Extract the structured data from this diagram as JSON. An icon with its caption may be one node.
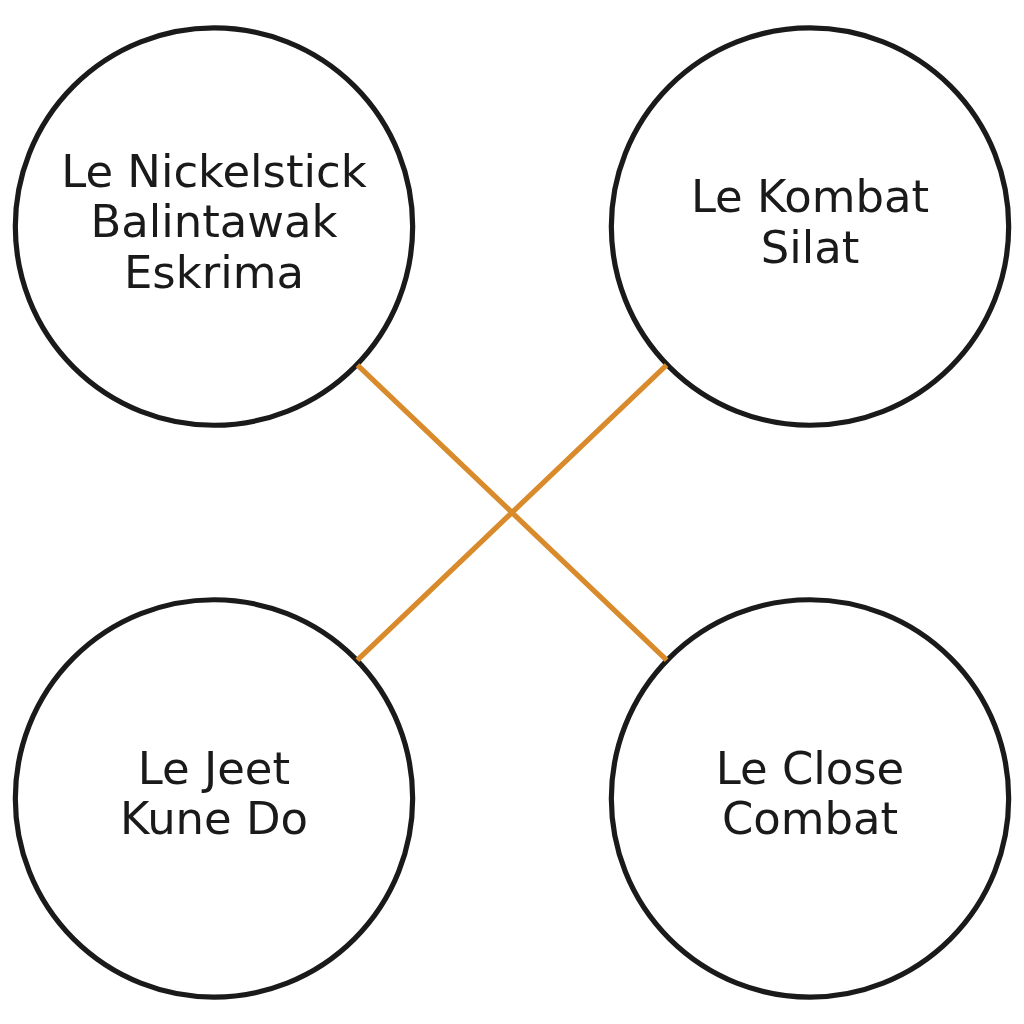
{
  "diagram": {
    "nodes": [
      {
        "text": [
          "Le Nickelstick Balintawak Eskrima"
        ]
      },
      {
        "text": [
          "Le Kombat Silat"
        ]
      },
      {
        "text": [
          "Le Jeet Kune Do"
        ]
      },
      {
        "text": [
          "Le Close Combat"
        ]
      }
    ],
    "edges": [
      {
        "from": 0,
        "to": 3,
        "arrow": "none"
      },
      {
        "from": 1,
        "to": 2,
        "arrow": "none"
      }
    ]
  }
}
